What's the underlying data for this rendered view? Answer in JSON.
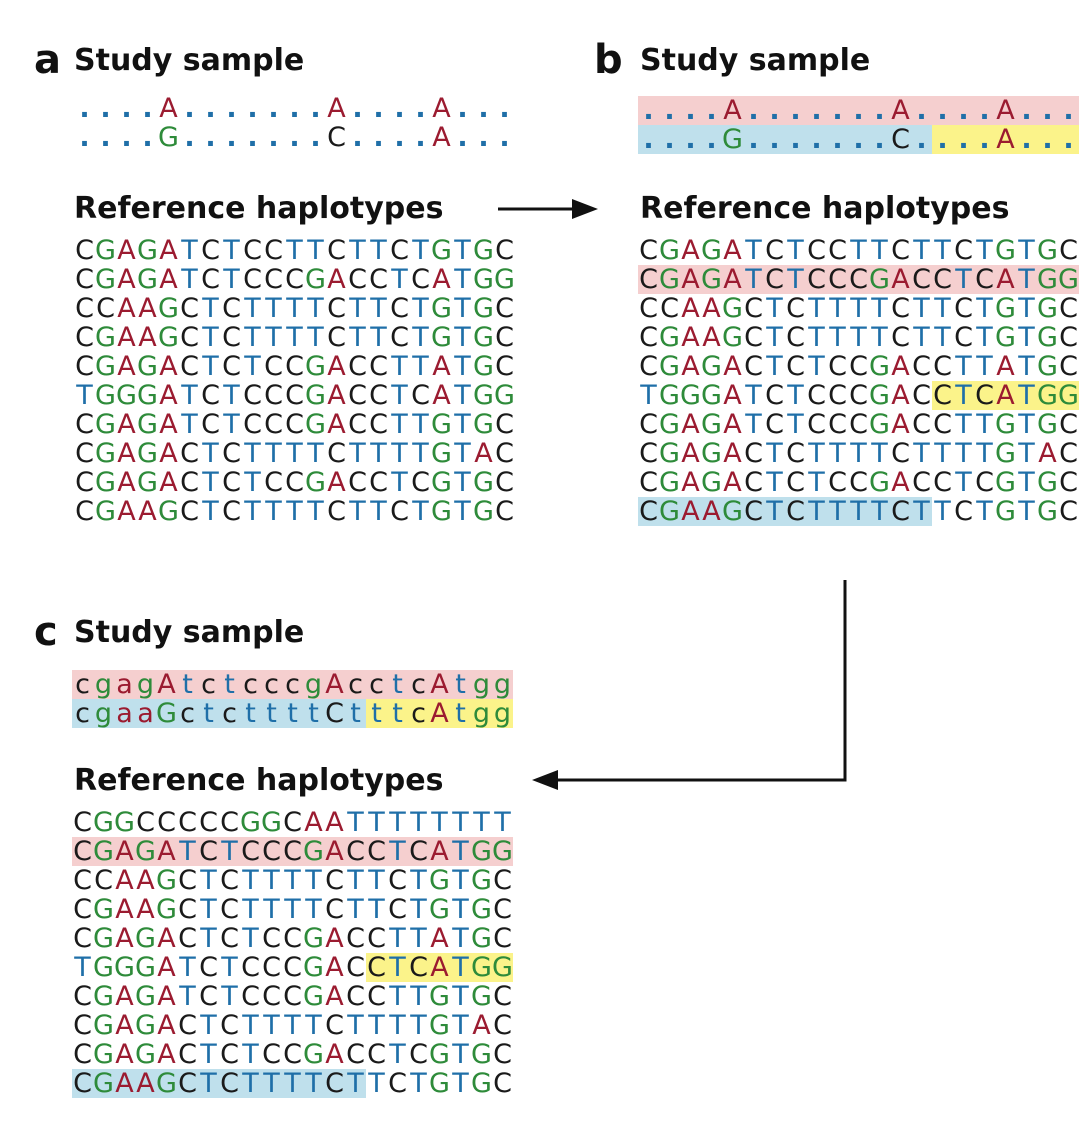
{
  "colors": {
    "A": "#9b1b30",
    "G": "#2e8b3a",
    "T": "#1f6fa8",
    "C": "#1a1a1a",
    "dot": "#1f6fa8",
    "pink_highlight": "#f5cfcf",
    "blue_highlight": "#bfe0ec",
    "yellow_highlight": "#fbf38a"
  },
  "panels": [
    {
      "letter": "a",
      "sample_heading": "Study sample",
      "reference_heading": "Reference haplotypes",
      "sample": [
        {
          "seq": "....A.......A....A...",
          "highlights": []
        },
        {
          "seq": "....G.......C....A...",
          "highlights": []
        }
      ],
      "reference": [
        {
          "seq": "CGAGATCTCCTTCTTCTGTGC",
          "highlights": []
        },
        {
          "seq": "CGAGATCTCCCGACCTCATGG",
          "highlights": []
        },
        {
          "seq": "CCAAGCTCTTTTCTTCTGTGC",
          "highlights": []
        },
        {
          "seq": "CGAAGCTCTTTTCTTCTGTGC",
          "highlights": []
        },
        {
          "seq": "CGAGACTCTCCGACCTTATGC",
          "highlights": []
        },
        {
          "seq": "TGGGATCTCCCGACCTCATGG",
          "highlights": []
        },
        {
          "seq": "CGAGATCTCCCGACCTTGTGC",
          "highlights": []
        },
        {
          "seq": "CGAGACTCTTTTCTTTTGTAC",
          "highlights": []
        },
        {
          "seq": "CGAGACTCTCCGACCTCGTGC",
          "highlights": []
        },
        {
          "seq": "CGAAGCTCTTTTCTTCTGTGC",
          "highlights": []
        }
      ]
    },
    {
      "letter": "b",
      "sample_heading": "Study sample",
      "reference_heading": "Reference haplotypes",
      "sample": [
        {
          "seq": "....A.......A....A...",
          "highlights": [
            {
              "from": 0,
              "to": 21,
              "color": "pink"
            }
          ]
        },
        {
          "seq": "....G.......C....A...",
          "highlights": [
            {
              "from": 0,
              "to": 14,
              "color": "blue"
            },
            {
              "from": 14,
              "to": 21,
              "color": "yellow"
            }
          ]
        }
      ],
      "reference": [
        {
          "seq": "CGAGATCTCCTTCTTCTGTGC",
          "highlights": []
        },
        {
          "seq": "CGAGATCTCCCGACCTCATGG",
          "highlights": [
            {
              "from": 0,
              "to": 21,
              "color": "pink"
            }
          ]
        },
        {
          "seq": "CCAAGCTCTTTTCTTCTGTGC",
          "highlights": []
        },
        {
          "seq": "CGAAGCTCTTTTCTTCTGTGC",
          "highlights": []
        },
        {
          "seq": "CGAGACTCTCCGACCTTATGC",
          "highlights": []
        },
        {
          "seq": "TGGGATCTCCCGACCTCATGG",
          "highlights": [
            {
              "from": 14,
              "to": 21,
              "color": "yellow"
            }
          ]
        },
        {
          "seq": "CGAGATCTCCCGACCTTGTGC",
          "highlights": []
        },
        {
          "seq": "CGAGACTCTTTTCTTTTGTAC",
          "highlights": []
        },
        {
          "seq": "CGAGACTCTCCGACCTCGTGC",
          "highlights": []
        },
        {
          "seq": "CGAAGCTCTTTTCTTCTGTGC",
          "highlights": [
            {
              "from": 0,
              "to": 14,
              "color": "blue"
            }
          ]
        }
      ]
    },
    {
      "letter": "c",
      "sample_heading": "Study sample",
      "reference_heading": "Reference haplotypes",
      "sample": [
        {
          "seq": "cgagAtctcccgAcctcAtgg",
          "highlights": [
            {
              "from": 0,
              "to": 21,
              "color": "pink"
            }
          ]
        },
        {
          "seq": "cgaaGctcttttCtttcAtgg",
          "highlights": [
            {
              "from": 0,
              "to": 14,
              "color": "blue"
            },
            {
              "from": 14,
              "to": 21,
              "color": "yellow"
            }
          ]
        }
      ],
      "reference": [
        {
          "seq": "CGGCCCCCGGCAATTTTTTTT",
          "highlights": []
        },
        {
          "seq": "CGAGATCTCCCGACCTCATGG",
          "highlights": [
            {
              "from": 0,
              "to": 21,
              "color": "pink"
            }
          ]
        },
        {
          "seq": "CCAAGCTCTTTTCTTCTGTGC",
          "highlights": []
        },
        {
          "seq": "CGAAGCTCTTTTCTTCTGTGC",
          "highlights": []
        },
        {
          "seq": "CGAGACTCTCCGACCTTATGC",
          "highlights": []
        },
        {
          "seq": "TGGGATCTCCCGACCTCATGG",
          "highlights": [
            {
              "from": 14,
              "to": 21,
              "color": "yellow"
            }
          ]
        },
        {
          "seq": "CGAGATCTCCCGACCTTGTGC",
          "highlights": []
        },
        {
          "seq": "CGAGACTCTTTTCTTTTGTAC",
          "highlights": []
        },
        {
          "seq": "CGAGACTCTCCGACCTCGTGC",
          "highlights": []
        },
        {
          "seq": "CGAAGCTCTTTTCTTCTGTGC",
          "highlights": [
            {
              "from": 0,
              "to": 14,
              "color": "blue"
            }
          ]
        }
      ]
    }
  ]
}
